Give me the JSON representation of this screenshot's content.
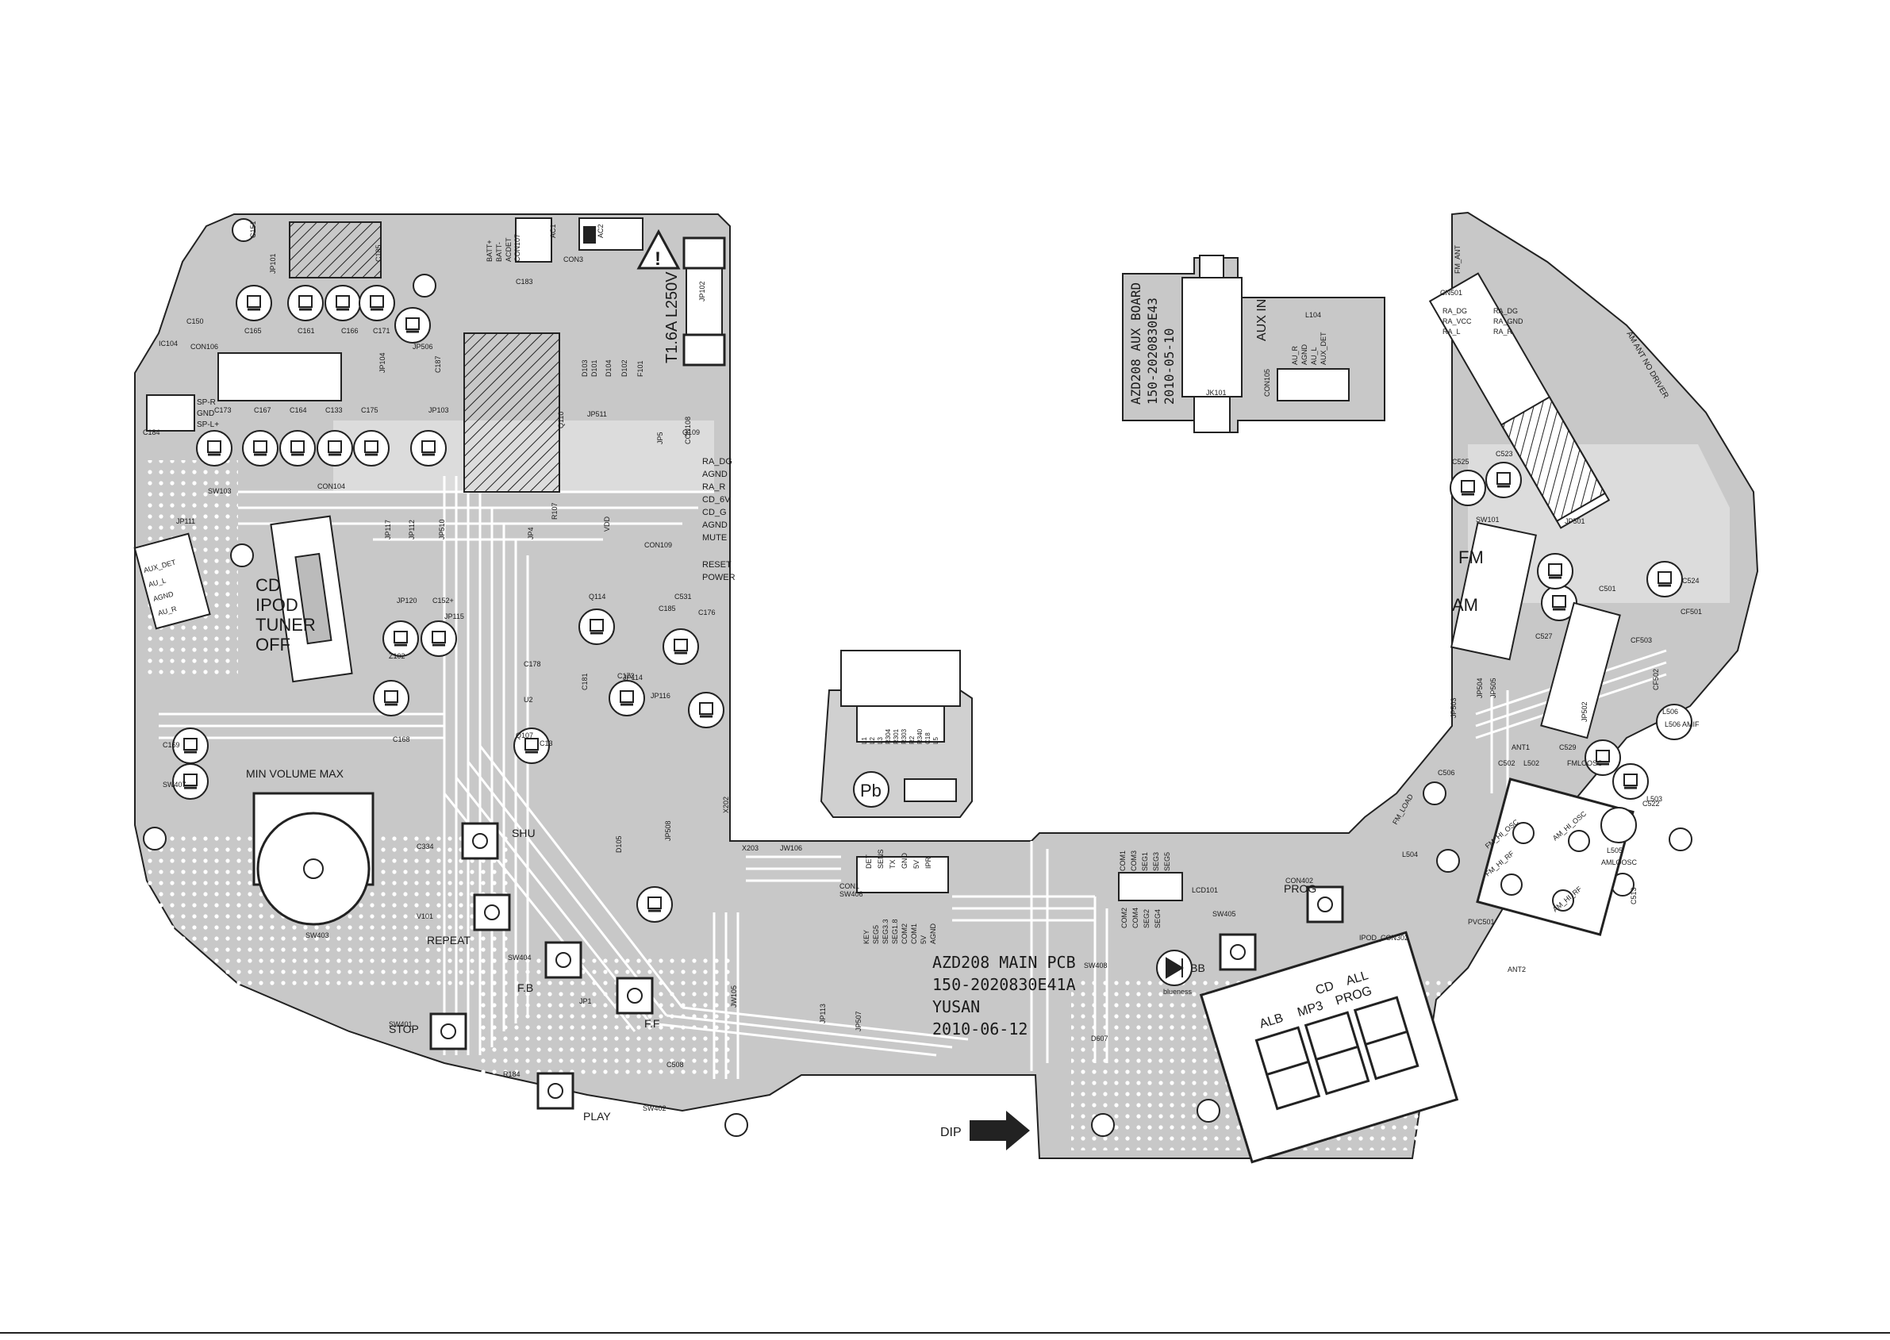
{
  "main_pcb": {
    "title_lines": [
      "AZD208 MAIN PCB",
      "150-2020830E41A",
      "YUSAN",
      "2010-06-12"
    ],
    "switch_positions": [
      "CD",
      "IPOD",
      "TUNER",
      "OFF"
    ],
    "volume_label": "MIN VOLUME MAX",
    "fuse_label": "T1.6A L250V",
    "dip_label": "DIP",
    "connector_108_pins": [
      "RA_DG",
      "AGND",
      "RA_R",
      "CD_6V",
      "CD_G",
      "AGND",
      "MUTE"
    ],
    "connector_109_pins": [
      "RESET",
      "POWER"
    ],
    "con106_pins": [
      "SP-R",
      "GND",
      "SP-L+"
    ],
    "aux_pins": [
      "AUX_DET",
      "AU_L",
      "AGND",
      "AU_R"
    ],
    "batt_pins": [
      "BATT+",
      "BATT-",
      "ACDET"
    ],
    "key_labels": {
      "shu": "SHU",
      "repeat": "REPEAT",
      "fb": "F.B",
      "ff": "F.F",
      "stop": "STOP",
      "play": "PLAY",
      "prog": "PROG",
      "dbb": "DBB",
      "blueness": "blueness"
    },
    "components": [
      "C151",
      "JP101",
      "C185",
      "CON107",
      "AC1",
      "AC2",
      "CON3",
      "D103",
      "D101",
      "D104",
      "D102",
      "F101",
      "JP102",
      "C183",
      "C165",
      "C161",
      "C166",
      "C171",
      "JP506",
      "C150",
      "IC104",
      "CON106",
      "C184",
      "C173",
      "C167",
      "C164",
      "C133",
      "C175",
      "JP103",
      "JP104",
      "C187",
      "Q110",
      "JP511",
      "JP5",
      "CON108",
      "Q109",
      "SW103",
      "CON104",
      "JP111",
      "JP117",
      "JP112",
      "JP510",
      "JP4",
      "R107",
      "VDD",
      "CON109",
      "C531",
      "Q114",
      "C185",
      "C176",
      "C172",
      "JP120",
      "C152+",
      "JP115",
      "Z102",
      "C178",
      "C181",
      "JP114",
      "U2",
      "C13",
      "Q107",
      "JP116",
      "C168",
      "C169",
      "SW407",
      "C334",
      "D105",
      "JP508",
      "X202",
      "X203",
      "JW106",
      "CON1",
      "SW406",
      "V101",
      "SW403",
      "SW404",
      "JP1",
      "JW105",
      "JP113",
      "JP507",
      "C508",
      "SW402",
      "SW401",
      "R184",
      "D607",
      "SW408",
      "SW405",
      "CON402",
      "LCD101",
      "IPOD_CON302",
      "C19",
      "L5"
    ],
    "con1_top": [
      "DET",
      "SENS",
      "TX",
      "GND",
      "5V",
      "IPR"
    ],
    "con1_bottom": [
      "KEY",
      "SEG5",
      "SEG3.3",
      "SEG1.8",
      "COM2",
      "COM1",
      "5V",
      "AGND"
    ],
    "con402_top": [
      "COM1",
      "COM3",
      "SEG1",
      "SEG3",
      "SEG5"
    ],
    "con402_bottom": [
      "COM2",
      "COM4",
      "SEG2",
      "SEG4"
    ],
    "lcd_labels": [
      "ALB",
      "MP3",
      "PROG",
      "CD",
      "ALL"
    ],
    "ipod_labels": [
      "L1",
      "L2",
      "L3",
      "R304",
      "R301",
      "R303",
      "R2",
      "R340",
      "C18",
      "L5"
    ],
    "pb_label": "Pb"
  },
  "aux_board": {
    "title_lines": [
      "AZD208 AUX BOARD",
      "150-2020830E43",
      "2010-05-10"
    ],
    "aux_in_label": "AUX IN",
    "components": [
      "JK101",
      "CON105",
      "L104"
    ],
    "pins": [
      "AU_R",
      "AGND",
      "AU_L",
      "AUX_DET"
    ]
  },
  "tuner_pcb": {
    "fm_label": "FM",
    "am_label": "AM",
    "antenna_label": "AM ANT NO DRIVER",
    "fm_ant_label": "FM_ANT",
    "cn501_pins": [
      "RA_DG",
      "RA_VCC",
      "RA_L",
      "RA_DG",
      "RA_GND",
      "RA_R"
    ],
    "components": [
      "CN501",
      "C525",
      "C523",
      "SW101",
      "JP501",
      "C524",
      "C501",
      "CF501",
      "C527",
      "CF503",
      "CF502",
      "JP503",
      "JP504",
      "JP505",
      "JP502",
      "L506",
      "L506 AMIF",
      "ANT1",
      "C529",
      "FMLOOSC",
      "C506",
      "C502",
      "L502",
      "L503",
      "C522",
      "FM_LOAD",
      "L504",
      "FM_HI_OSC",
      "AM_HI_OSC",
      "FM_HI_RF",
      "AM_HI_RF",
      "L505",
      "AMLOOSC",
      "C513",
      "PVC501",
      "ANT2"
    ]
  }
}
